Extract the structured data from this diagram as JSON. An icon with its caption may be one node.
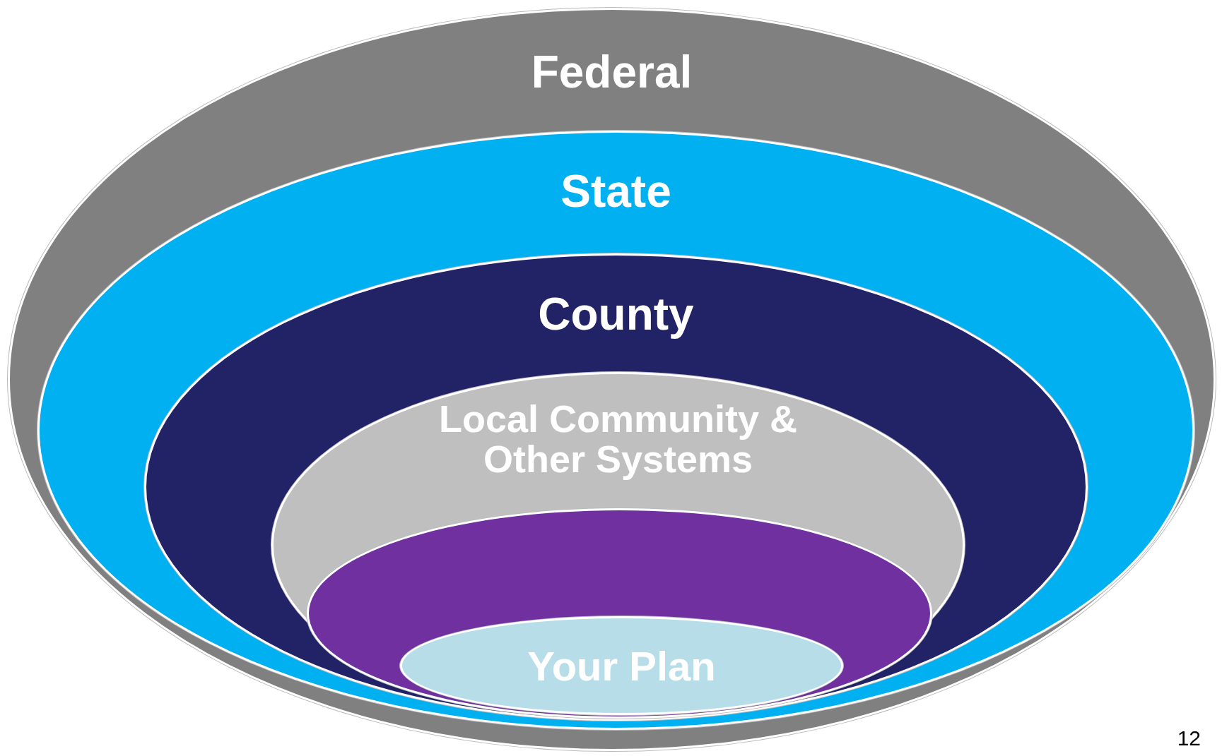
{
  "diagram": {
    "nodes": [
      {
        "text": [
          "Federal"
        ]
      },
      {
        "text": [
          "State"
        ],
        "in": 0
      },
      {
        "text": [
          "County"
        ],
        "in": 1
      },
      {
        "text": [
          "Local Community & Other Systems"
        ],
        "in": 2
      },
      {
        "text": [],
        "shape": "ellipse",
        "in": 3
      },
      {
        "text": [
          "Your Plan"
        ],
        "in": 4
      }
    ],
    "labels": [
      "12"
    ]
  }
}
